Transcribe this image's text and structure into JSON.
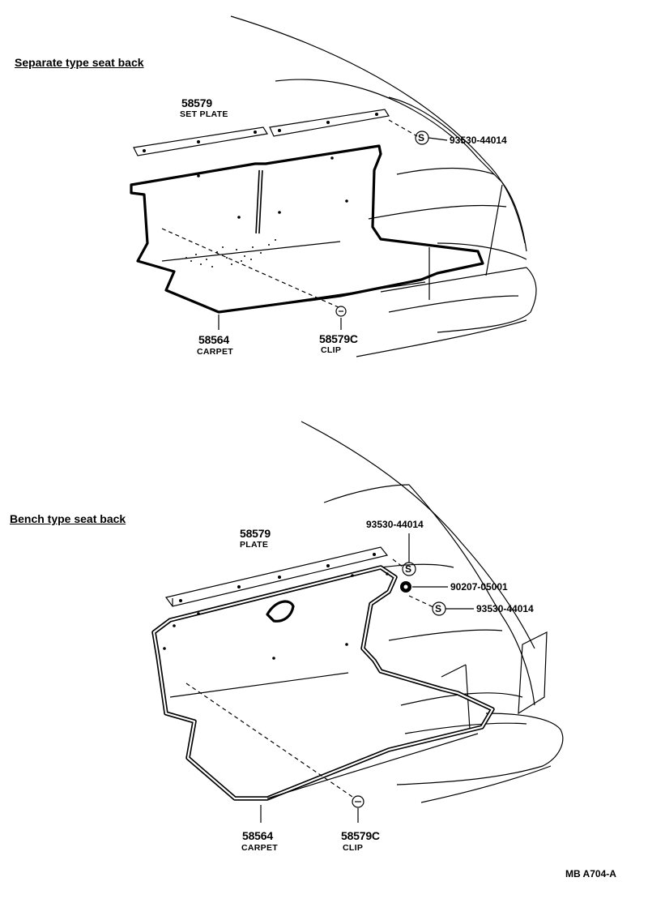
{
  "sections": {
    "separate": {
      "title": "Separate type seat back",
      "parts": {
        "set_plate_no": "58579",
        "set_plate_name": "SET PLATE",
        "screw_code": "93530-44014",
        "carpet_no": "58564",
        "carpet_name": "CARPET",
        "clip_no": "58579C",
        "clip_name": "CLIP"
      }
    },
    "bench": {
      "title": "Bench type seat back",
      "parts": {
        "plate_no": "58579",
        "plate_name": "PLATE",
        "screw_code_top": "93530-44014",
        "nut_code": "90207-05001",
        "screw_code_bottom": "93530-44014",
        "carpet_no": "58564",
        "carpet_name": "CARPET",
        "clip_no": "58579C",
        "clip_name": "CLIP"
      }
    }
  },
  "symbols": {
    "screw_marker": "S"
  },
  "figure_code": "MB A704-A"
}
